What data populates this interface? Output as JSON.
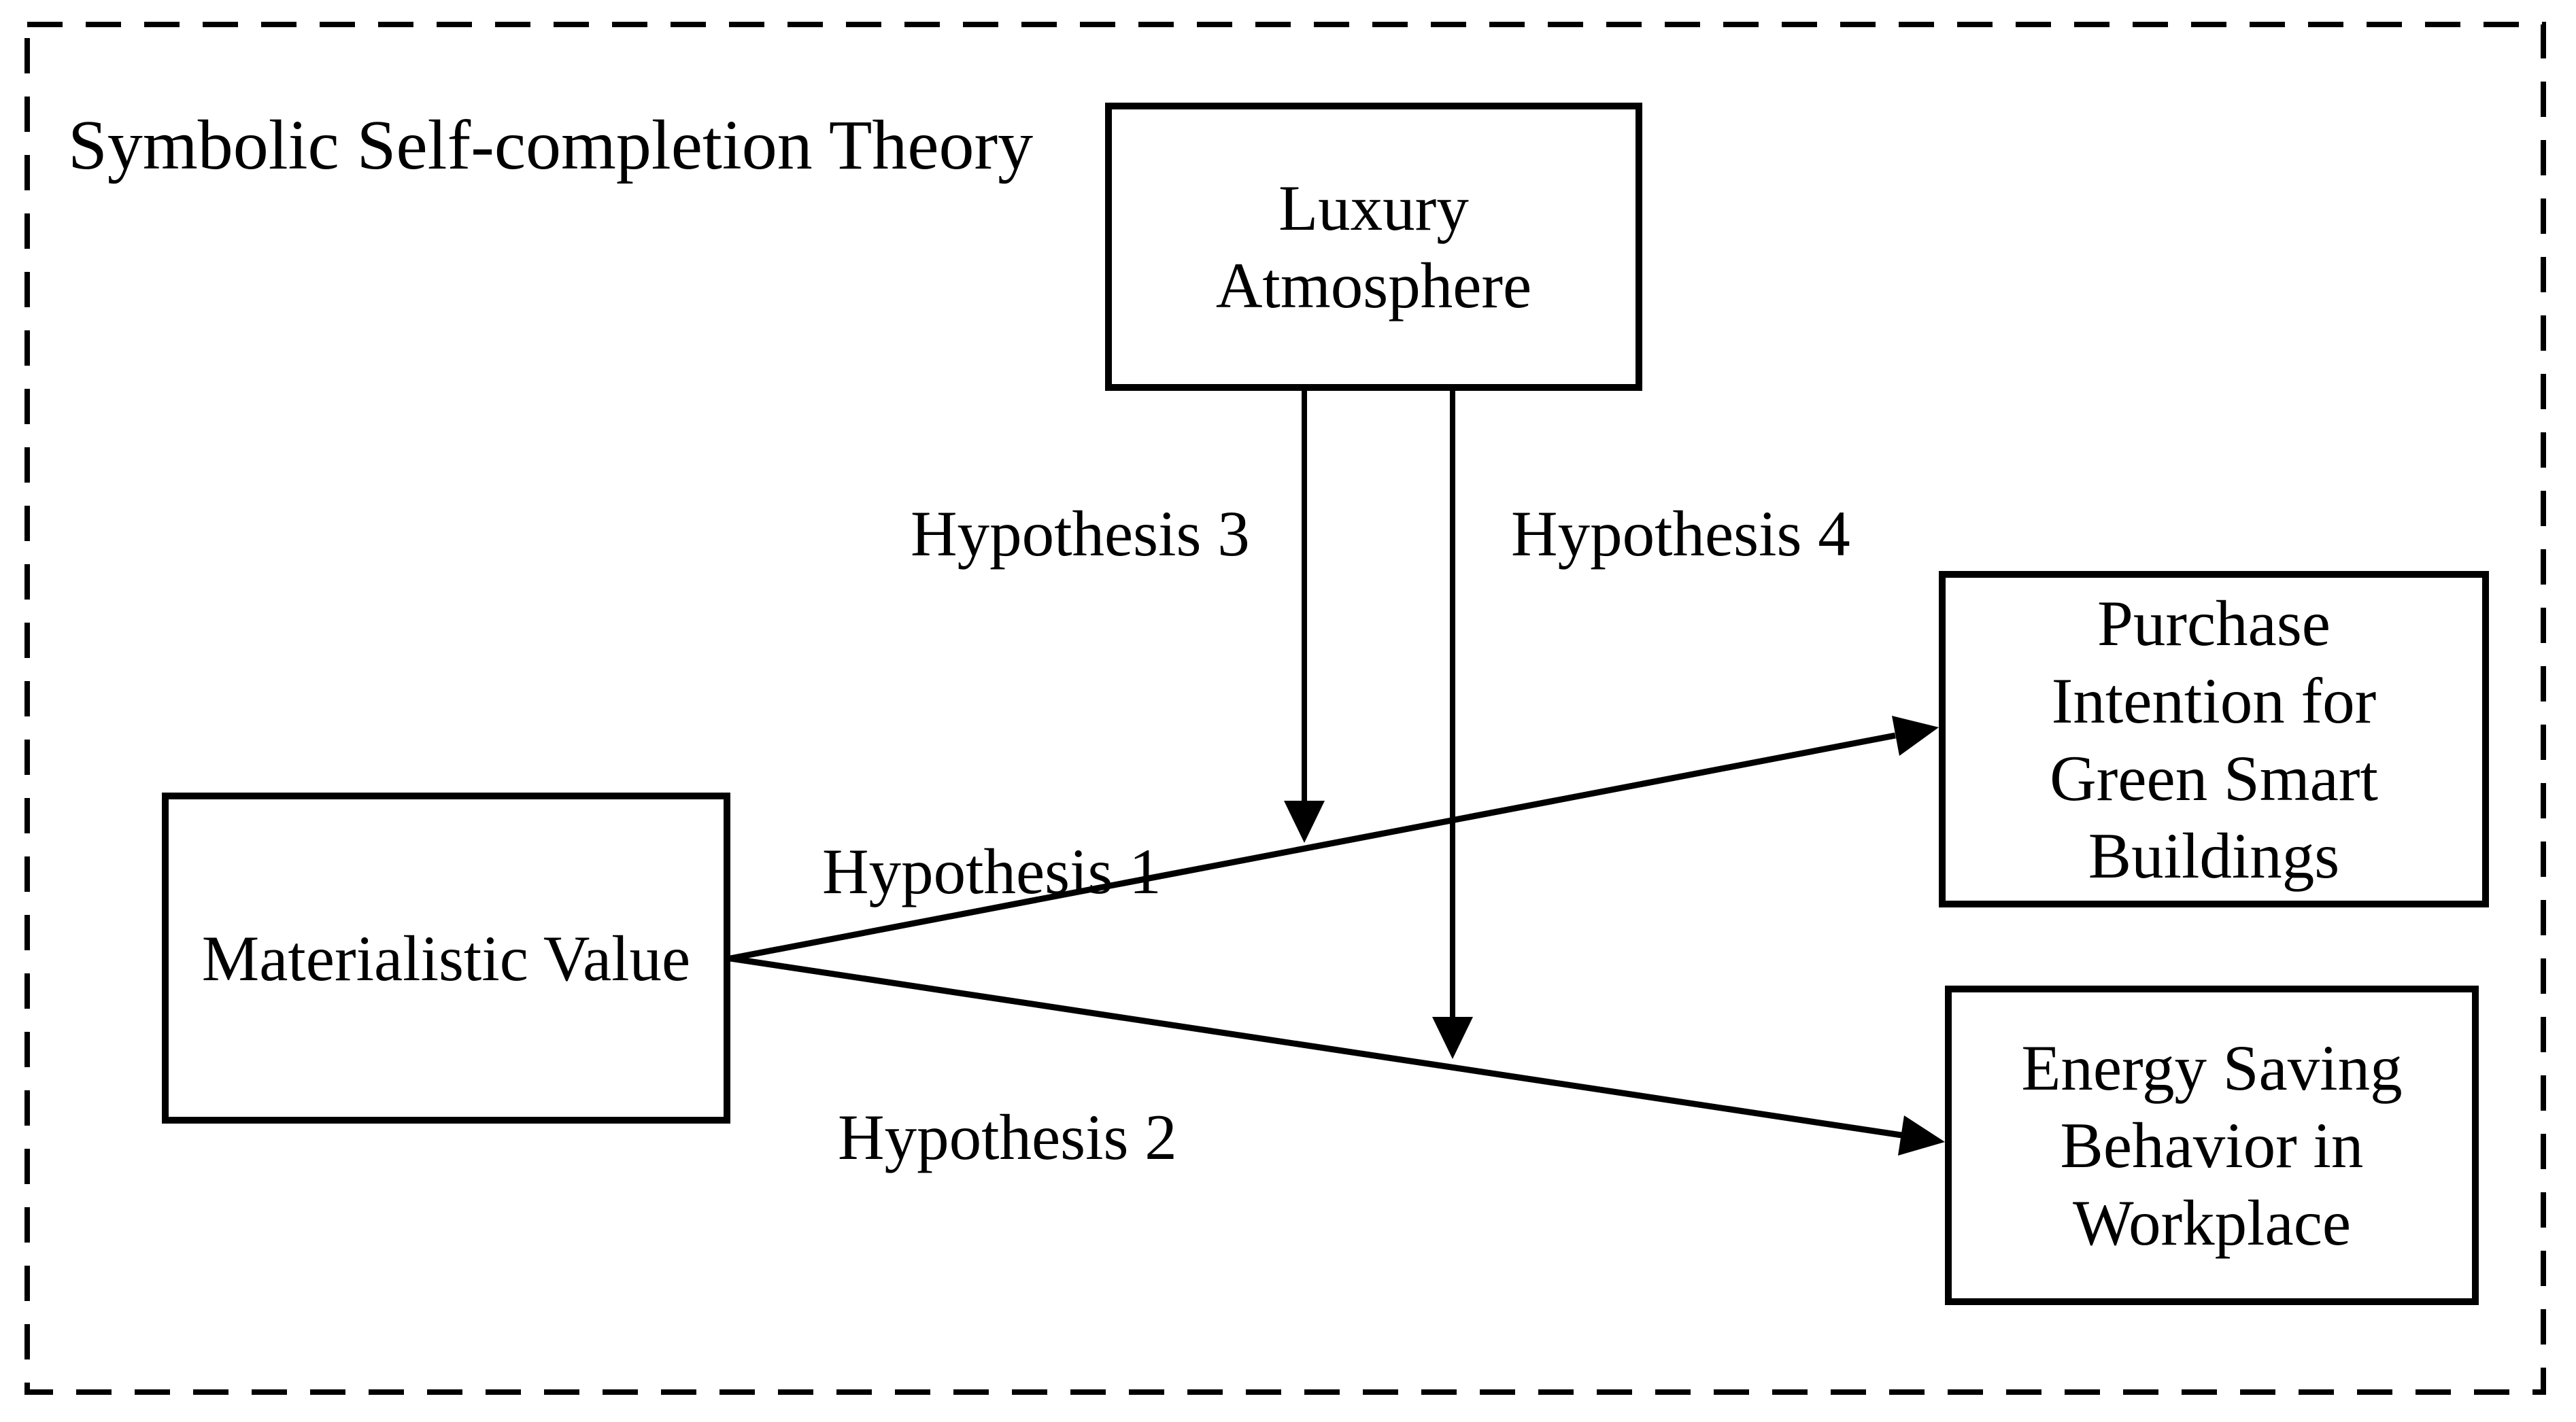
{
  "figure": {
    "title": "Symbolic Self-completion Theory",
    "colors": {
      "ink": "#000000",
      "background": "#ffffff"
    },
    "boxes": {
      "luxury_atmosphere": {
        "label": "Luxury Atmosphere",
        "lines": [
          "Luxury",
          "Atmosphere"
        ]
      },
      "materialistic_value": {
        "label": "Materialistic Value",
        "lines": [
          "Materialistic Value"
        ]
      },
      "purchase_intention": {
        "label": "Purchase Intention for Green Smart Buildings",
        "lines": [
          "Purchase",
          "Intention for",
          "Green Smart",
          "Buildings"
        ]
      },
      "energy_saving": {
        "label": "Energy Saving Behavior in Workplace",
        "lines": [
          "Energy Saving",
          "Behavior in",
          "Workplace"
        ]
      }
    },
    "arrows": {
      "h1": {
        "label": "Hypothesis 1",
        "from": "Materialistic Value",
        "to": "Purchase Intention for Green Smart Buildings"
      },
      "h2": {
        "label": "Hypothesis 2",
        "from": "Materialistic Value",
        "to": "Energy Saving Behavior in Workplace"
      },
      "h3": {
        "label": "Hypothesis 3",
        "from": "Luxury Atmosphere",
        "to": "Hypothesis 1 path"
      },
      "h4": {
        "label": "Hypothesis 4",
        "from": "Luxury Atmosphere",
        "to": "Hypothesis 2 path"
      }
    }
  }
}
